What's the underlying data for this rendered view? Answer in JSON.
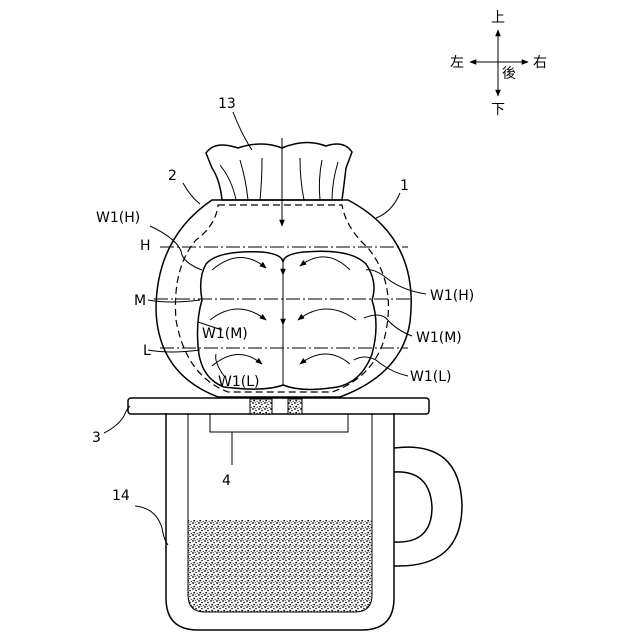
{
  "directions": {
    "up": "上",
    "down": "下",
    "left": "左",
    "right": "右",
    "back": "後"
  },
  "reference_numerals": {
    "dripper": "1",
    "body": "2",
    "lid": "3",
    "outlet": "4",
    "filter": "13",
    "mug": "14"
  },
  "levels": {
    "high": "H",
    "middle": "M",
    "low": "L"
  },
  "flow_labels": {
    "w1_h_left": "W1(H)",
    "w1_h_right": "W1(H)",
    "w1_m_left": "W1(M)",
    "w1_m_right": "W1(M)",
    "w1_l_left": "W1(L)",
    "w1_l_right": "W1(L)"
  }
}
